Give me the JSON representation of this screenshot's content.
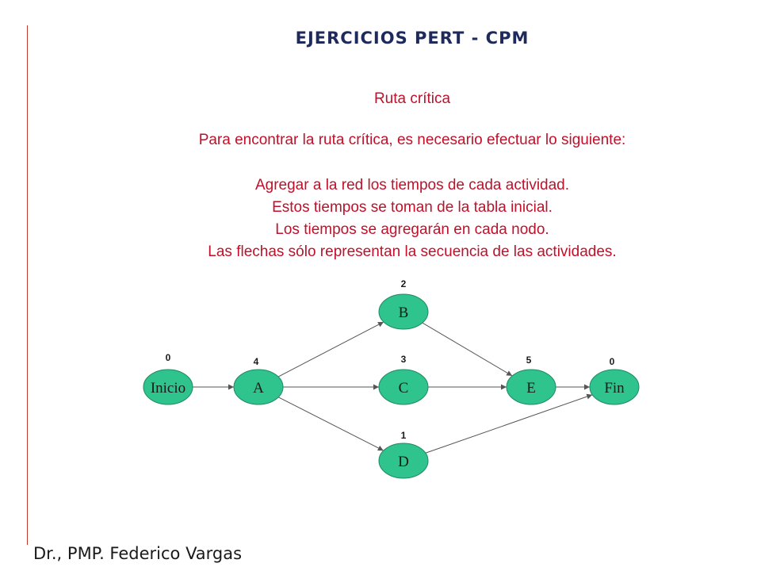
{
  "title": "EJERCICIOS PERT - CPM",
  "section_title": "Ruta crítica",
  "intro": "Para encontrar la ruta crítica, es necesario efectuar lo siguiente:",
  "steps": [
    "Agregar a la red los tiempos de cada actividad.",
    "Estos tiempos se toman de la tabla inicial.",
    "Los tiempos se agregarán en cada nodo.",
    "Las flechas sólo representan la secuencia de las actividades."
  ],
  "footer": "Dr., PMP. Federico Vargas",
  "colors": {
    "node_fill": "#2fc48d",
    "node_stroke": "#1e8a62",
    "text_red": "#c0102a",
    "title_navy": "#1f2a5c"
  },
  "network": {
    "nodes": [
      {
        "id": "inicio",
        "label": "Inicio",
        "duration": "0"
      },
      {
        "id": "a",
        "label": "A",
        "duration": "4"
      },
      {
        "id": "b",
        "label": "B",
        "duration": "2"
      },
      {
        "id": "c",
        "label": "C",
        "duration": "3"
      },
      {
        "id": "d",
        "label": "D",
        "duration": "1"
      },
      {
        "id": "e",
        "label": "E",
        "duration": "5"
      },
      {
        "id": "fin",
        "label": "Fin",
        "duration": "0"
      }
    ],
    "edges": [
      {
        "from": "inicio",
        "to": "a"
      },
      {
        "from": "a",
        "to": "b"
      },
      {
        "from": "a",
        "to": "c"
      },
      {
        "from": "a",
        "to": "d"
      },
      {
        "from": "b",
        "to": "e"
      },
      {
        "from": "c",
        "to": "e"
      },
      {
        "from": "e",
        "to": "fin"
      },
      {
        "from": "d",
        "to": "fin"
      }
    ]
  }
}
